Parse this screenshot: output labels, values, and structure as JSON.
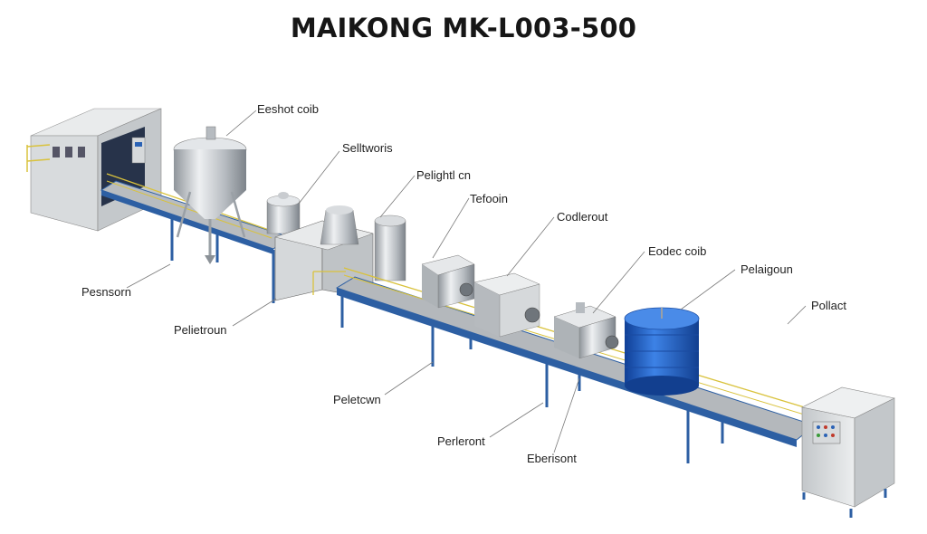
{
  "title": "MAIKONG MK-L003-500",
  "labels": {
    "top": [
      "Eeshot coib",
      "Selltworis",
      "Pelightl cn",
      "Tefooin",
      "Codlerout",
      "Eodec coib",
      "Pelaigoun",
      "Pollact"
    ],
    "bottom": [
      "Pesnsorn",
      "Pelietroun",
      "Peletcwn",
      "Perleront",
      "Eberisont"
    ]
  },
  "colors": {
    "frame_blue": "#2d5fa3",
    "steel": "#c9ccd0",
    "cabinet": "#dfe2e3",
    "tank_blue": "#1d5fc8",
    "rail_yellow": "#d9c23c"
  }
}
